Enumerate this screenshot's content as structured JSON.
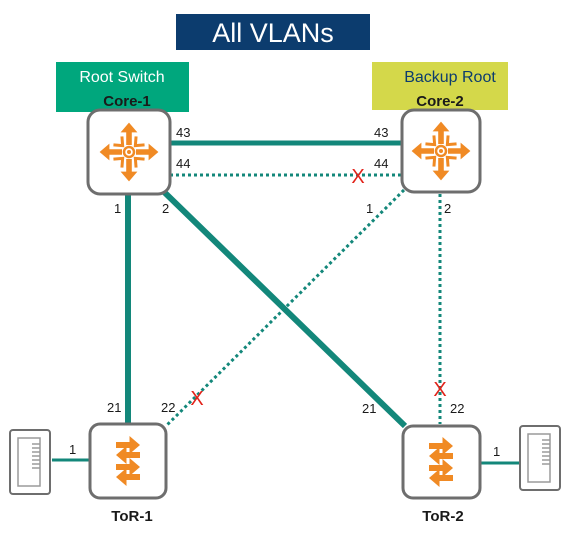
{
  "title": "All VLANs",
  "colors": {
    "title_bg": "#0c3c6e",
    "root_tag": "#00a77d",
    "backup_tag": "#d4d84a",
    "active_link": "#13877a",
    "blocked_mark": "#e2231a",
    "device_icon": "#f08a24"
  },
  "devices": {
    "core1": {
      "label": "Core-1",
      "role": "Root Switch",
      "icon": "router-icon"
    },
    "core2": {
      "label": "Core-2",
      "role": "Backup Root",
      "icon": "router-icon"
    },
    "tor1": {
      "label": "ToR-1",
      "icon": "switch-icon"
    },
    "tor2": {
      "label": "ToR-2",
      "icon": "switch-icon"
    },
    "server1": {
      "icon": "server-icon"
    },
    "server2": {
      "icon": "server-icon"
    }
  },
  "links": [
    {
      "id": "core1-core2-43",
      "state": "forwarding",
      "ports": [
        "43",
        "43"
      ]
    },
    {
      "id": "core1-core2-44",
      "state": "blocked",
      "ports": [
        "44",
        "44"
      ]
    },
    {
      "id": "core1-tor1",
      "state": "forwarding",
      "ports": [
        "1",
        "21"
      ]
    },
    {
      "id": "core1-tor2",
      "state": "forwarding",
      "ports": [
        "2",
        "21"
      ]
    },
    {
      "id": "core2-tor1",
      "state": "blocked",
      "ports": [
        "1",
        "22"
      ]
    },
    {
      "id": "core2-tor2",
      "state": "blocked",
      "ports": [
        "2",
        "22"
      ]
    },
    {
      "id": "tor1-server1",
      "state": "forwarding",
      "ports": [
        "1"
      ]
    },
    {
      "id": "tor2-server2",
      "state": "forwarding",
      "ports": [
        "1"
      ]
    }
  ],
  "blocked_marker": "X"
}
